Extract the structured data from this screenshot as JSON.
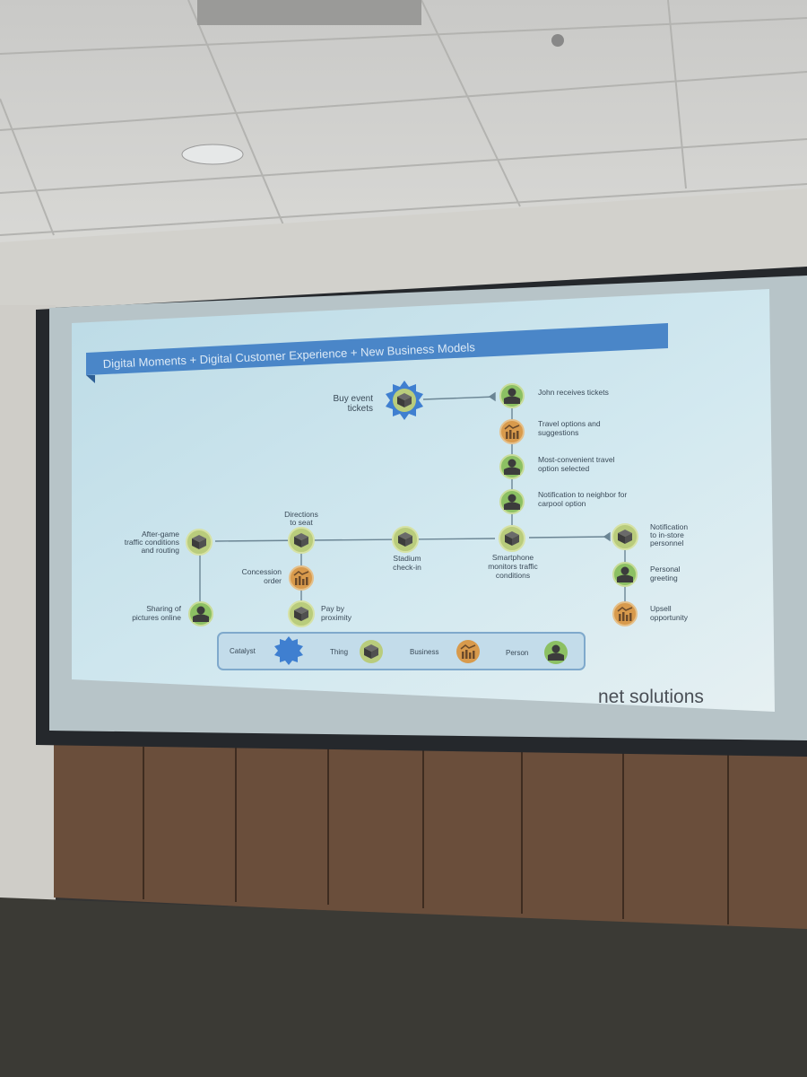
{
  "slide": {
    "title": "Digital Moments + Digital Customer Experience + New Business Models",
    "logo": "net solutions",
    "nodes": {
      "buy": [
        "Buy event",
        "tickets"
      ],
      "john": [
        "John receives tickets"
      ],
      "travel": [
        "Travel options and",
        "suggestions"
      ],
      "convenient": [
        "Most-convenient travel",
        "option selected"
      ],
      "neighbor": [
        "Notification to neighbor for",
        "carpool option"
      ],
      "smartphone": [
        "Smartphone",
        "monitors traffic",
        "conditions"
      ],
      "instore": [
        "Notification",
        "to in-store",
        "personnel"
      ],
      "greeting": [
        "Personal",
        "greeting"
      ],
      "upsell": [
        "Upsell",
        "opportunity"
      ],
      "stadium": [
        "Stadium",
        "check-in"
      ],
      "directions": [
        "Directions",
        "to seat"
      ],
      "aftergame": [
        "After-game",
        "traffic conditions",
        "and routing"
      ],
      "concession": [
        "Concession",
        "order"
      ],
      "pay": [
        "Pay by",
        "proximity"
      ],
      "sharing": [
        "Sharing of",
        "pictures online"
      ]
    },
    "legend": {
      "catalyst": "Catalyst",
      "thing": "Thing",
      "business": "Business",
      "person": "Person"
    }
  },
  "colors": {
    "banner": "#4a86c8",
    "slide_bg": "#cde5ee",
    "person": "#8cc063",
    "business": "#d89a4c",
    "catalyst": "#3f7fd0"
  }
}
